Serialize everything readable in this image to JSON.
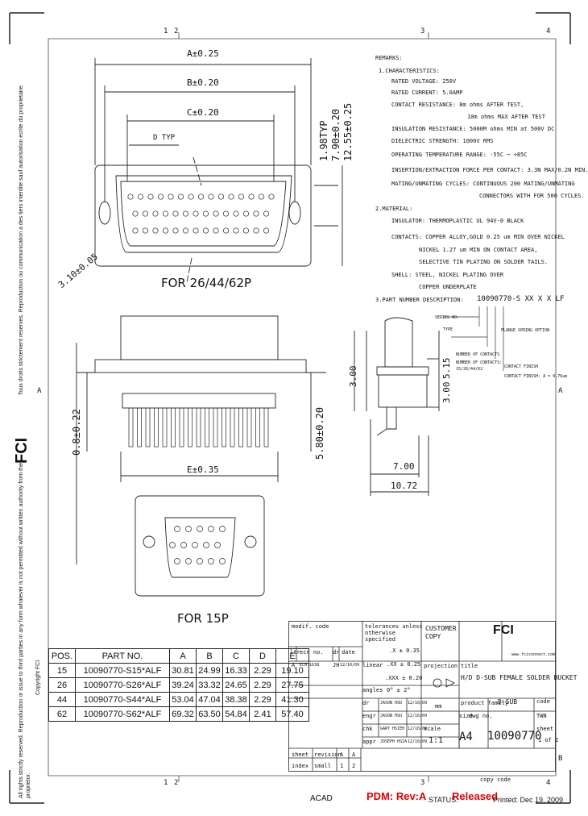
{
  "frame": {
    "top_zones": [
      "1",
      "2",
      "3",
      "4"
    ],
    "bottom_zones": [
      "1",
      "2",
      "3",
      "4"
    ],
    "side_zones": [
      "A",
      "B"
    ],
    "copyright_fr": "Tous droits strictement reserves. Reproduction ou communication a des tiers interdite sauf autorisation ecrite du proprietaire.",
    "copyright_en": "All rights strictly reserved. Reproduction or issue to third parties in any form whatever is not permitted without written authority from the proprietor.",
    "copyright_fci": "Copyright FCI",
    "logo": "FCI"
  },
  "drawing": {
    "dim_a": "A±0.25",
    "dim_b": "B±0.20",
    "dim_c": "C±0.20",
    "dim_d": "D TYP",
    "dim_right1": "1.98TYP",
    "dim_right2": "7.90±0.20",
    "dim_right3": "12.55±0.25",
    "dim_hole": "3.10±0.05",
    "for_26": "FOR 26/44/62P",
    "for_15": "FOR 15P",
    "dim_e": "E±0.35",
    "dim_side1": "0.8±0.22",
    "dim_side2": "5.80±0.20",
    "dim_s1": "7.00",
    "dim_s2": "10.72",
    "dim_s3": "3.00",
    "dim_s4": "5.15",
    "dim_s5": "3.00"
  },
  "remarks": {
    "title": "REMARKS:",
    "lines": [
      "1.CHARACTERISTICS:",
      "RATED VOLTAGE: 250V",
      "RATED CURRENT: 5.0AMP",
      "CONTACT RESISTANCE: 8m ohms AFTER TEST,",
      "10m ohms MAX AFTER TEST",
      "INSULATION RESISTANCE: 5000M ohms MIN at 500V DC",
      "DIELECTRIC STRENGTH: 1000V RMS",
      "OPERATING TEMPERATURE RANGE: -55C ~ +85C",
      "INSERTION/EXTRACTION FORCE PER CONTACT: 3.3N MAX/0.2N MIN.",
      "MATING/UNMATING CYCLES: CONTINUOUS 200 MATING/UNMATING",
      "CONNECTORS WITH FOR 500 CYCLES.",
      "2.MATERIAL:",
      "INSULATOR: THERMOPLASTIC UL 94V-0 BLACK",
      "CONTACTS: COPPER ALLOY,GOLD 0.25 um MIN OVER NICKEL",
      "NICKEL 1.27 um MIN ON CONTACT AREA,",
      "SELECTIVE TIN PLATING ON SOLDER TAILS.",
      "SHELL: STEEL, NICKEL PLATING OVER",
      "COPPER UNDERPLATE",
      "3.PART NUMBER DESCRIPTION:"
    ],
    "pn_desc": "10090770-S XX X X LF",
    "pn_labels": [
      "SERIES NO.",
      "TYPE",
      "NUMBER OF CONTACTS",
      "CONTACT FINISH"
    ],
    "pn_notes": [
      "FLANGE SPRING OPTION",
      "NUMBER OF CONTACTS: 15/26/44/62",
      "CONTACT FINISH: A = 0.76um"
    ]
  },
  "parts_table": {
    "headers": [
      "POS.",
      "PART NO.",
      "A",
      "B",
      "C",
      "D",
      "E"
    ],
    "rows": [
      [
        "15",
        "10090770-S15*ALF",
        "30.81",
        "24.99",
        "16.33",
        "2.29",
        "19.10"
      ],
      [
        "26",
        "10090770-S26*ALF",
        "39.24",
        "33.32",
        "24.65",
        "2.29",
        "27.75"
      ],
      [
        "44",
        "10090770-S44*ALF",
        "53.04",
        "47.04",
        "38.38",
        "2.29",
        "41.30"
      ],
      [
        "62",
        "10090770-S62*ALF",
        "69.32",
        "63.50",
        "54.84",
        "2.41",
        "57.40"
      ]
    ]
  },
  "title_block": {
    "mod_code": "modif. code",
    "tolerances": "tolerances unless otherwise specified",
    "customer_copy": "CUSTOMER COPY",
    "fci": "FCI",
    "website": "www.fciconnect.com",
    "rev_label": "ltr",
    "ecn_label": "ecn no.",
    "dr_label": "dr",
    "date_label": "date",
    "rev_row": [
      "A",
      "ECM-1638",
      "JH",
      "12/10/09"
    ],
    "linear": "linear",
    "tol1": ".X ± 0.35",
    "tol2": ".XX ± 0.25",
    "tol3": ".XXX ± 0.20",
    "angles": "angles",
    "angle_tol": "0° ± 2°",
    "projection": "projection",
    "title_label": "title",
    "title": "H/D D-SUB FEMALE SOLDER BUCKET",
    "product_family_label": "product family",
    "product_family": "D-SUB",
    "code_label": "code",
    "code": "TWN",
    "size_label": "size",
    "size": "A4",
    "dwg_label": "dwg no.",
    "dwg_no": "10090770",
    "sheet_label": "sheet",
    "sheet": "1 of 2",
    "units": "mm",
    "scale_label": "scale",
    "scale": "1:1",
    "signoff": [
      [
        "dr",
        "JASON HSU",
        "12/10/09"
      ],
      [
        "engr",
        "JASON HSU",
        "12/10/09"
      ],
      [
        "chk",
        "GARY HSIEH",
        "12/10/09"
      ],
      [
        "appr",
        "JOSEPH HSIA",
        "12/10/09"
      ]
    ],
    "sheet_rev_label": "sheet",
    "revision_label": "revision",
    "index_label": "index",
    "sheet_cols": [
      "A",
      "A"
    ],
    "sheet_nums": [
      "1",
      "2"
    ],
    "small_label": "small"
  },
  "footer": {
    "copy_code": "copy code",
    "acad": "ACAD",
    "pdm": "PDM: Rev:A",
    "status_label": "STATUS:",
    "status": "Released",
    "printed": "Printed: Dec 19, 2009"
  }
}
